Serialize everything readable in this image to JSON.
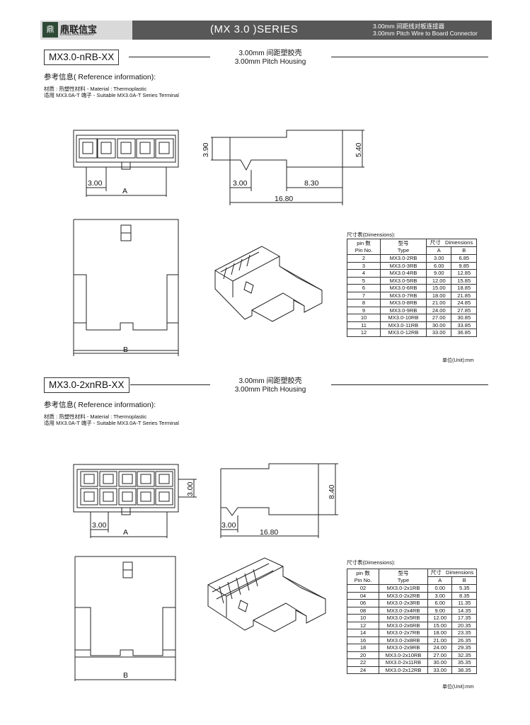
{
  "header": {
    "logo_mark": "鼎",
    "logo_cn": "鼎联信宝",
    "logo_en": "DINGLIANXINBAO",
    "series": "(MX 3.0 )SERIES",
    "subtitle_cn": "3.00mm 间距线对板连接器",
    "subtitle_en": "3.00mm Pitch Wire to Board Connector"
  },
  "sections": [
    {
      "part": "MX3.0-nRB-XX",
      "title_cn": "3.00mm 间距塑胶壳",
      "title_en": "3.00mm Pitch Housing",
      "ref": "参考信息( Reference information):",
      "material": "材质 : 热塑性材料   -   Material : Thermoplastic",
      "terminal": "适用 MX3.0A-T 端子   -   Suitable MX3.0A-T Series Terminal",
      "dims": {
        "h1": "3.90",
        "h2": "5.40",
        "p1": "3.00",
        "p2": "3.00",
        "l1": "8.30",
        "l2": "16.80",
        "a": "A",
        "b": "B"
      },
      "table_caption": "尺寸表(Dimensions):",
      "table_header": {
        "pin_cn": "pin 数",
        "pin_en": "Pin No.",
        "type_cn": "型号",
        "type_en": "Type",
        "size_cn": "尺寸",
        "size_en": "Dimensions",
        "a": "A",
        "b": "B"
      },
      "rows": [
        [
          "2",
          "MX3.0-2RB",
          "3.00",
          "6.85"
        ],
        [
          "3",
          "MX3.0-3RB",
          "6.00",
          "9.85"
        ],
        [
          "4",
          "MX3.0-4RB",
          "9.00",
          "12.85"
        ],
        [
          "5",
          "MX3.0-5RB",
          "12.00",
          "15.85"
        ],
        [
          "6",
          "MX3.0-6RB",
          "15.00",
          "18.85"
        ],
        [
          "7",
          "MX3.0-7RB",
          "18.00",
          "21.85"
        ],
        [
          "8",
          "MX3.0-8RB",
          "21.00",
          "24.85"
        ],
        [
          "9",
          "MX3.0-9RB",
          "24.00",
          "27.85"
        ],
        [
          "10",
          "MX3.0-10RB",
          "27.00",
          "30.85"
        ],
        [
          "11",
          "MX3.0-11RB",
          "30.00",
          "33.85"
        ],
        [
          "12",
          "MX3.0-12RB",
          "33.00",
          "36.85"
        ]
      ],
      "unit": "单位(Unit):mm"
    },
    {
      "part": "MX3.0-2xnRB-XX",
      "title_cn": "3.00mm 间距塑胶壳",
      "title_en": "3.00mm Pitch Housing",
      "ref": "参考信息( Reference information):",
      "material": "材质 : 热塑性材料   -   Material : Thermoplastic",
      "terminal": "适用 MX3.0A-T 端子   -   Suitable MX3.0A-T Series Terminal",
      "dims": {
        "h1": "3.00",
        "h2": "8.40",
        "p1": "3.00",
        "p2": "3.00",
        "l2": "16.80",
        "a": "A",
        "b": "B"
      },
      "table_caption": "尺寸表(Dimensions):",
      "table_header": {
        "pin_cn": "pin 数",
        "pin_en": "Pin No.",
        "type_cn": "型号",
        "type_en": "Type",
        "size_cn": "尺寸",
        "size_en": "Dimensions",
        "a": "A",
        "b": "B"
      },
      "rows": [
        [
          "02",
          "MX3.0-2x1RB",
          "0.00",
          "5.35"
        ],
        [
          "04",
          "MX3.0-2x2RB",
          "3.00",
          "8.35"
        ],
        [
          "06",
          "MX3.0-2x3RB",
          "6.00",
          "11.35"
        ],
        [
          "08",
          "MX3.0-2x4RB",
          "9.00",
          "14.35"
        ],
        [
          "10",
          "MX3.0-2x5RB",
          "12.00",
          "17.35"
        ],
        [
          "12",
          "MX3.0-2x6RB",
          "15.00",
          "20.35"
        ],
        [
          "14",
          "MX3.0-2x7RB",
          "18.00",
          "23.35"
        ],
        [
          "16",
          "MX3.0-2x8RB",
          "21.00",
          "26.35"
        ],
        [
          "18",
          "MX3.0-2x9RB",
          "24.00",
          "29.35"
        ],
        [
          "20",
          "MX3.0-2x10RB",
          "27.00",
          "32.35"
        ],
        [
          "22",
          "MX3.0-2x11RB",
          "30.00",
          "35.35"
        ],
        [
          "24",
          "MX3.0-2x12RB",
          "33.00",
          "38.35"
        ]
      ],
      "unit": "单位(Unit):mm"
    }
  ]
}
